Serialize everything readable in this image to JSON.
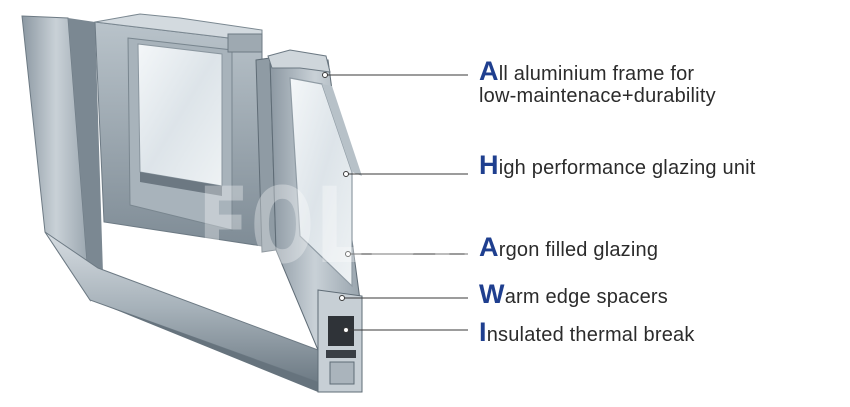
{
  "watermark": "FOLDING",
  "features": [
    {
      "initial": "A",
      "lines": [
        "ll aluminium frame for",
        "low-maintenace+durability"
      ]
    },
    {
      "initial": "H",
      "lines": [
        "igh performance glazing unit"
      ]
    },
    {
      "initial": "A",
      "lines": [
        "rgon filled glazing"
      ]
    },
    {
      "initial": "W",
      "lines": [
        "arm edge spacers"
      ]
    },
    {
      "initial": "I",
      "lines": [
        "nsulated thermal break"
      ]
    }
  ],
  "colors": {
    "initial_accent": "#1f3f8f",
    "text": "#2b2b2b",
    "frame_light": "#c3ccd3",
    "frame_mid": "#9aa6b0",
    "frame_dark": "#5d6a74",
    "leader_line": "#3a3a3a"
  }
}
